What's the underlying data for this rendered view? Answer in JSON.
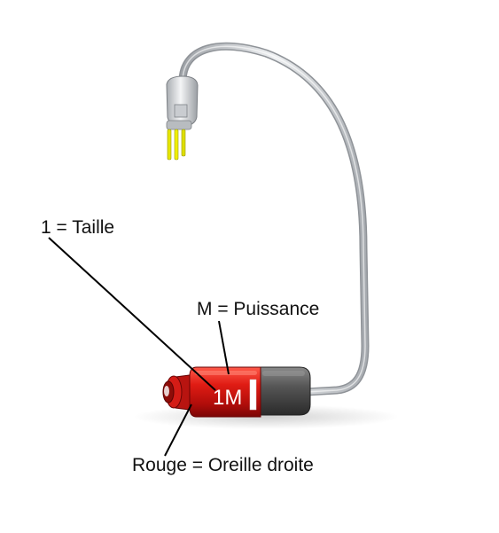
{
  "labels": {
    "size": "1 = Taille",
    "power": "M = Puissance",
    "side": "Rouge = Oreille droite"
  },
  "receiver": {
    "marking": "1M"
  },
  "colors": {
    "receiver_body": "#d01818",
    "receiver_cap": "#4a4a4a",
    "wire": "#cfd2d6",
    "connector_pins": "#e6e600",
    "leader_line": "#000000"
  },
  "icons": {
    "connector": "three-pin-connector",
    "receiver": "receiver-unit"
  }
}
